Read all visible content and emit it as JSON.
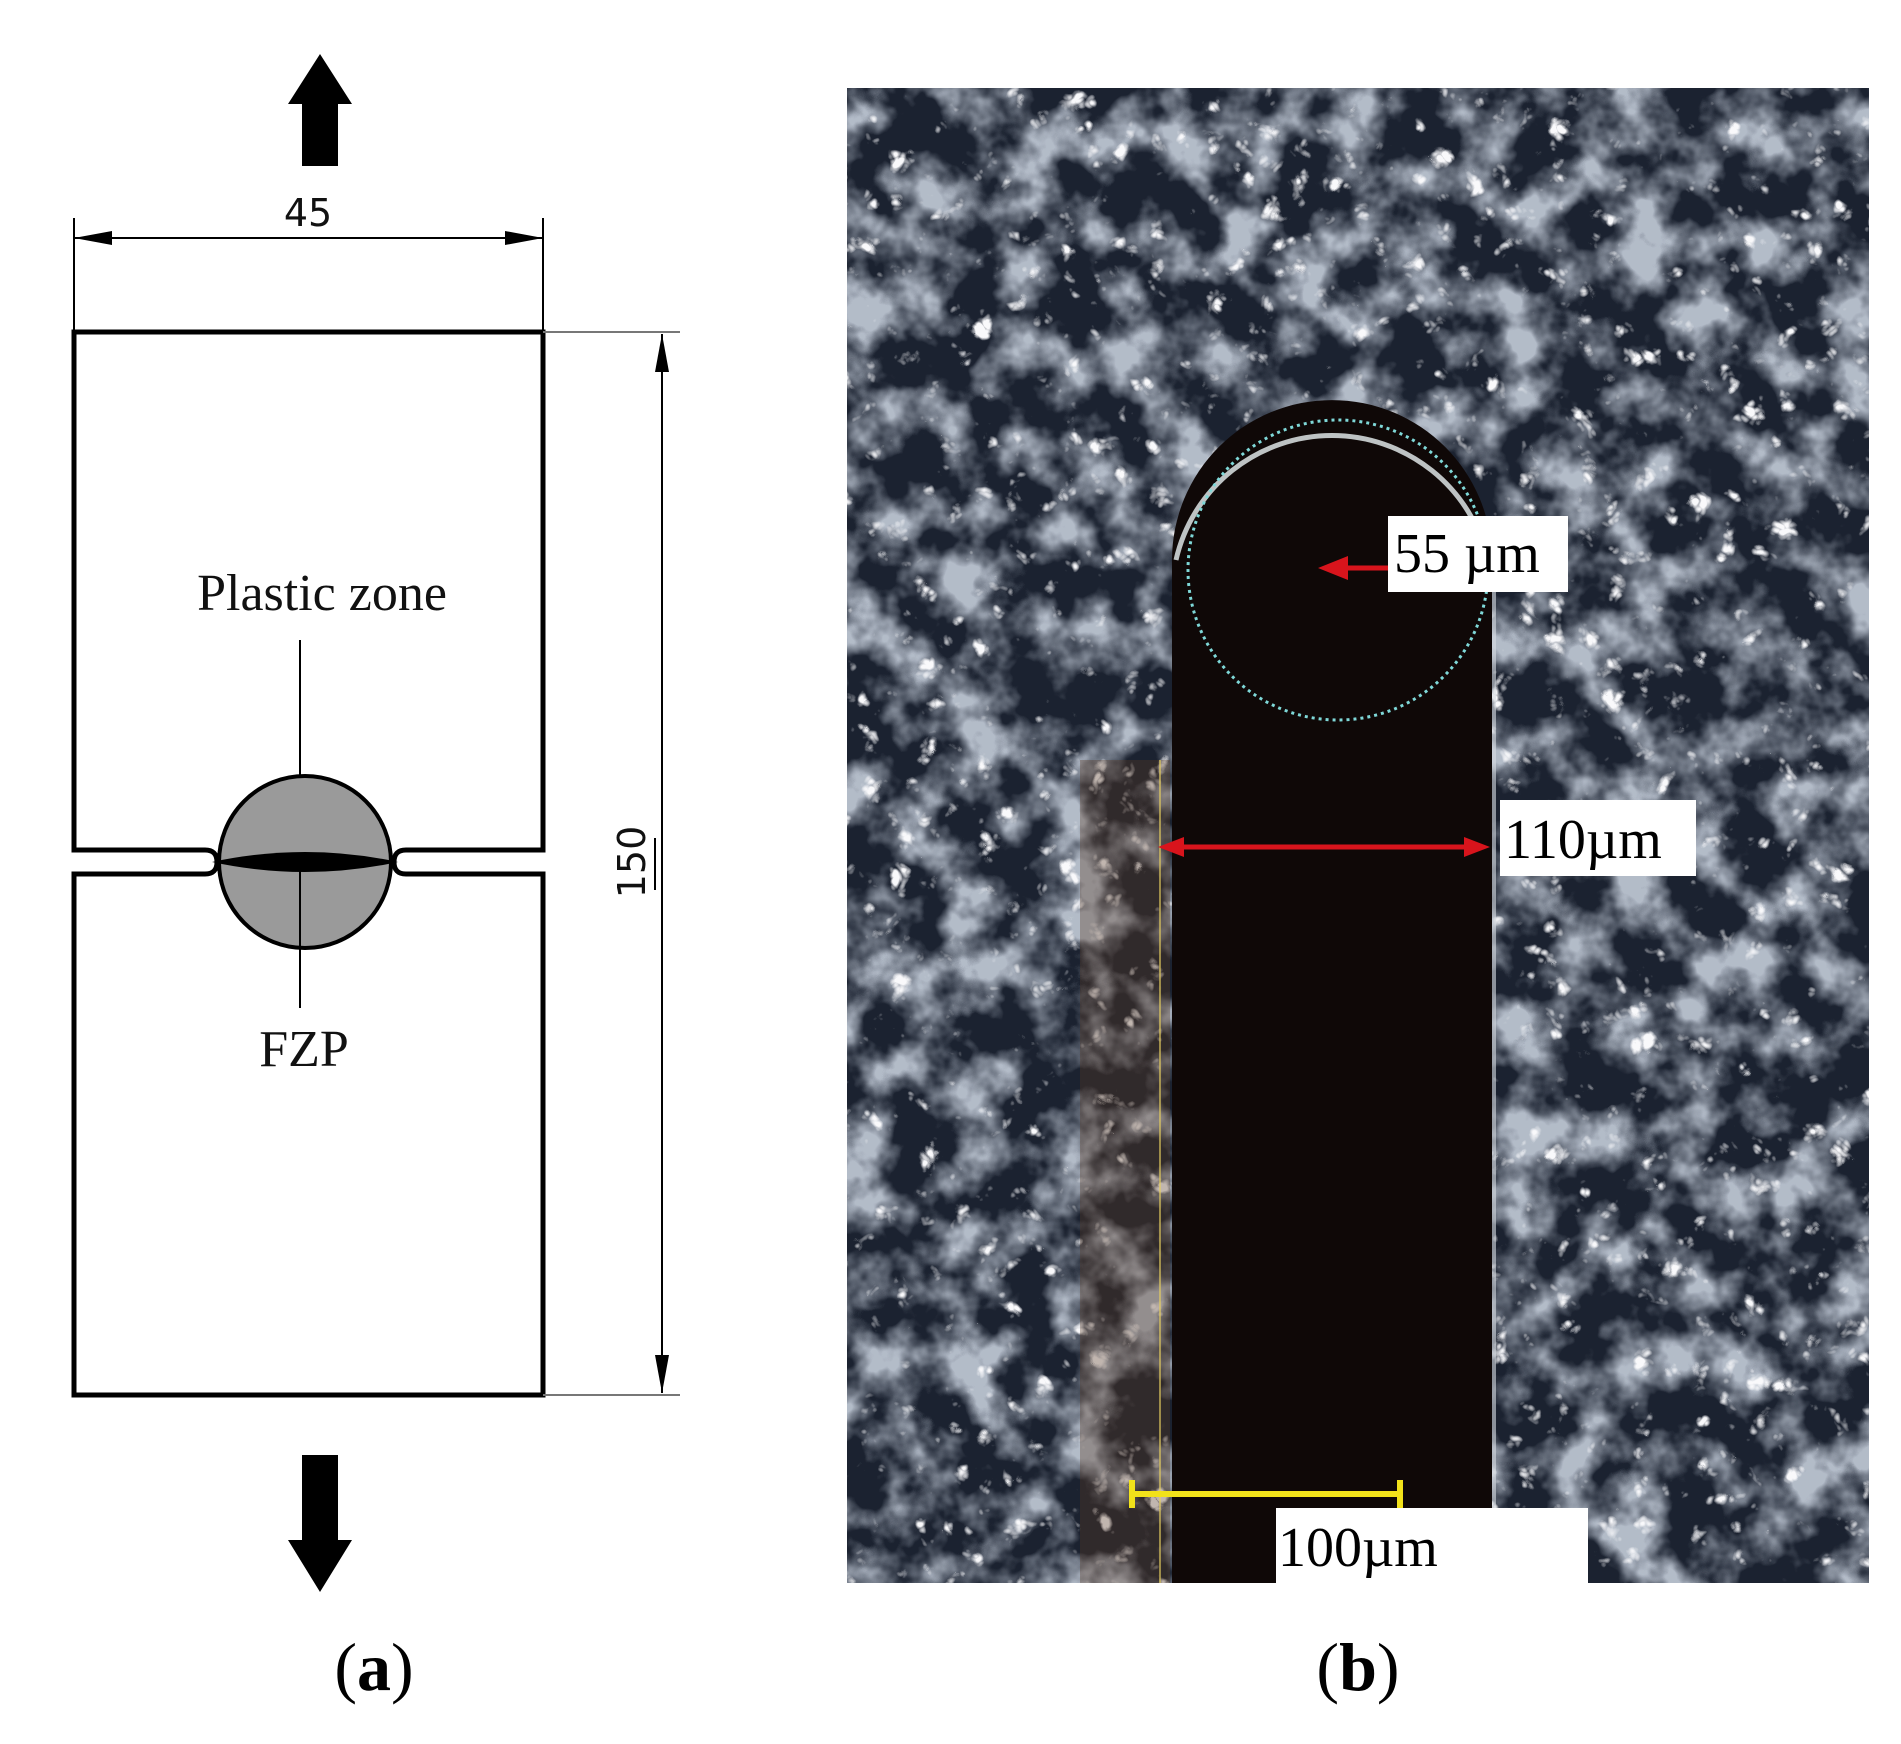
{
  "panel_a": {
    "dimension_width": "45",
    "dimension_height": "150",
    "label_plastic_zone": "Plastic zone",
    "label_fzp": "FZP",
    "caption_open": "(",
    "caption_letter": "a",
    "caption_close": ")"
  },
  "panel_b": {
    "radius_label": "55 µm",
    "width_label": "110µm",
    "scale_bar_label": "100µm",
    "caption_open": "(",
    "caption_letter": "b",
    "caption_close": ")"
  },
  "colors": {
    "measure_red": "#d8141c",
    "scale_yellow": "#f2e21a",
    "circle_cyan": "#7fd8d8",
    "zone_gray": "#9a9a9a"
  }
}
